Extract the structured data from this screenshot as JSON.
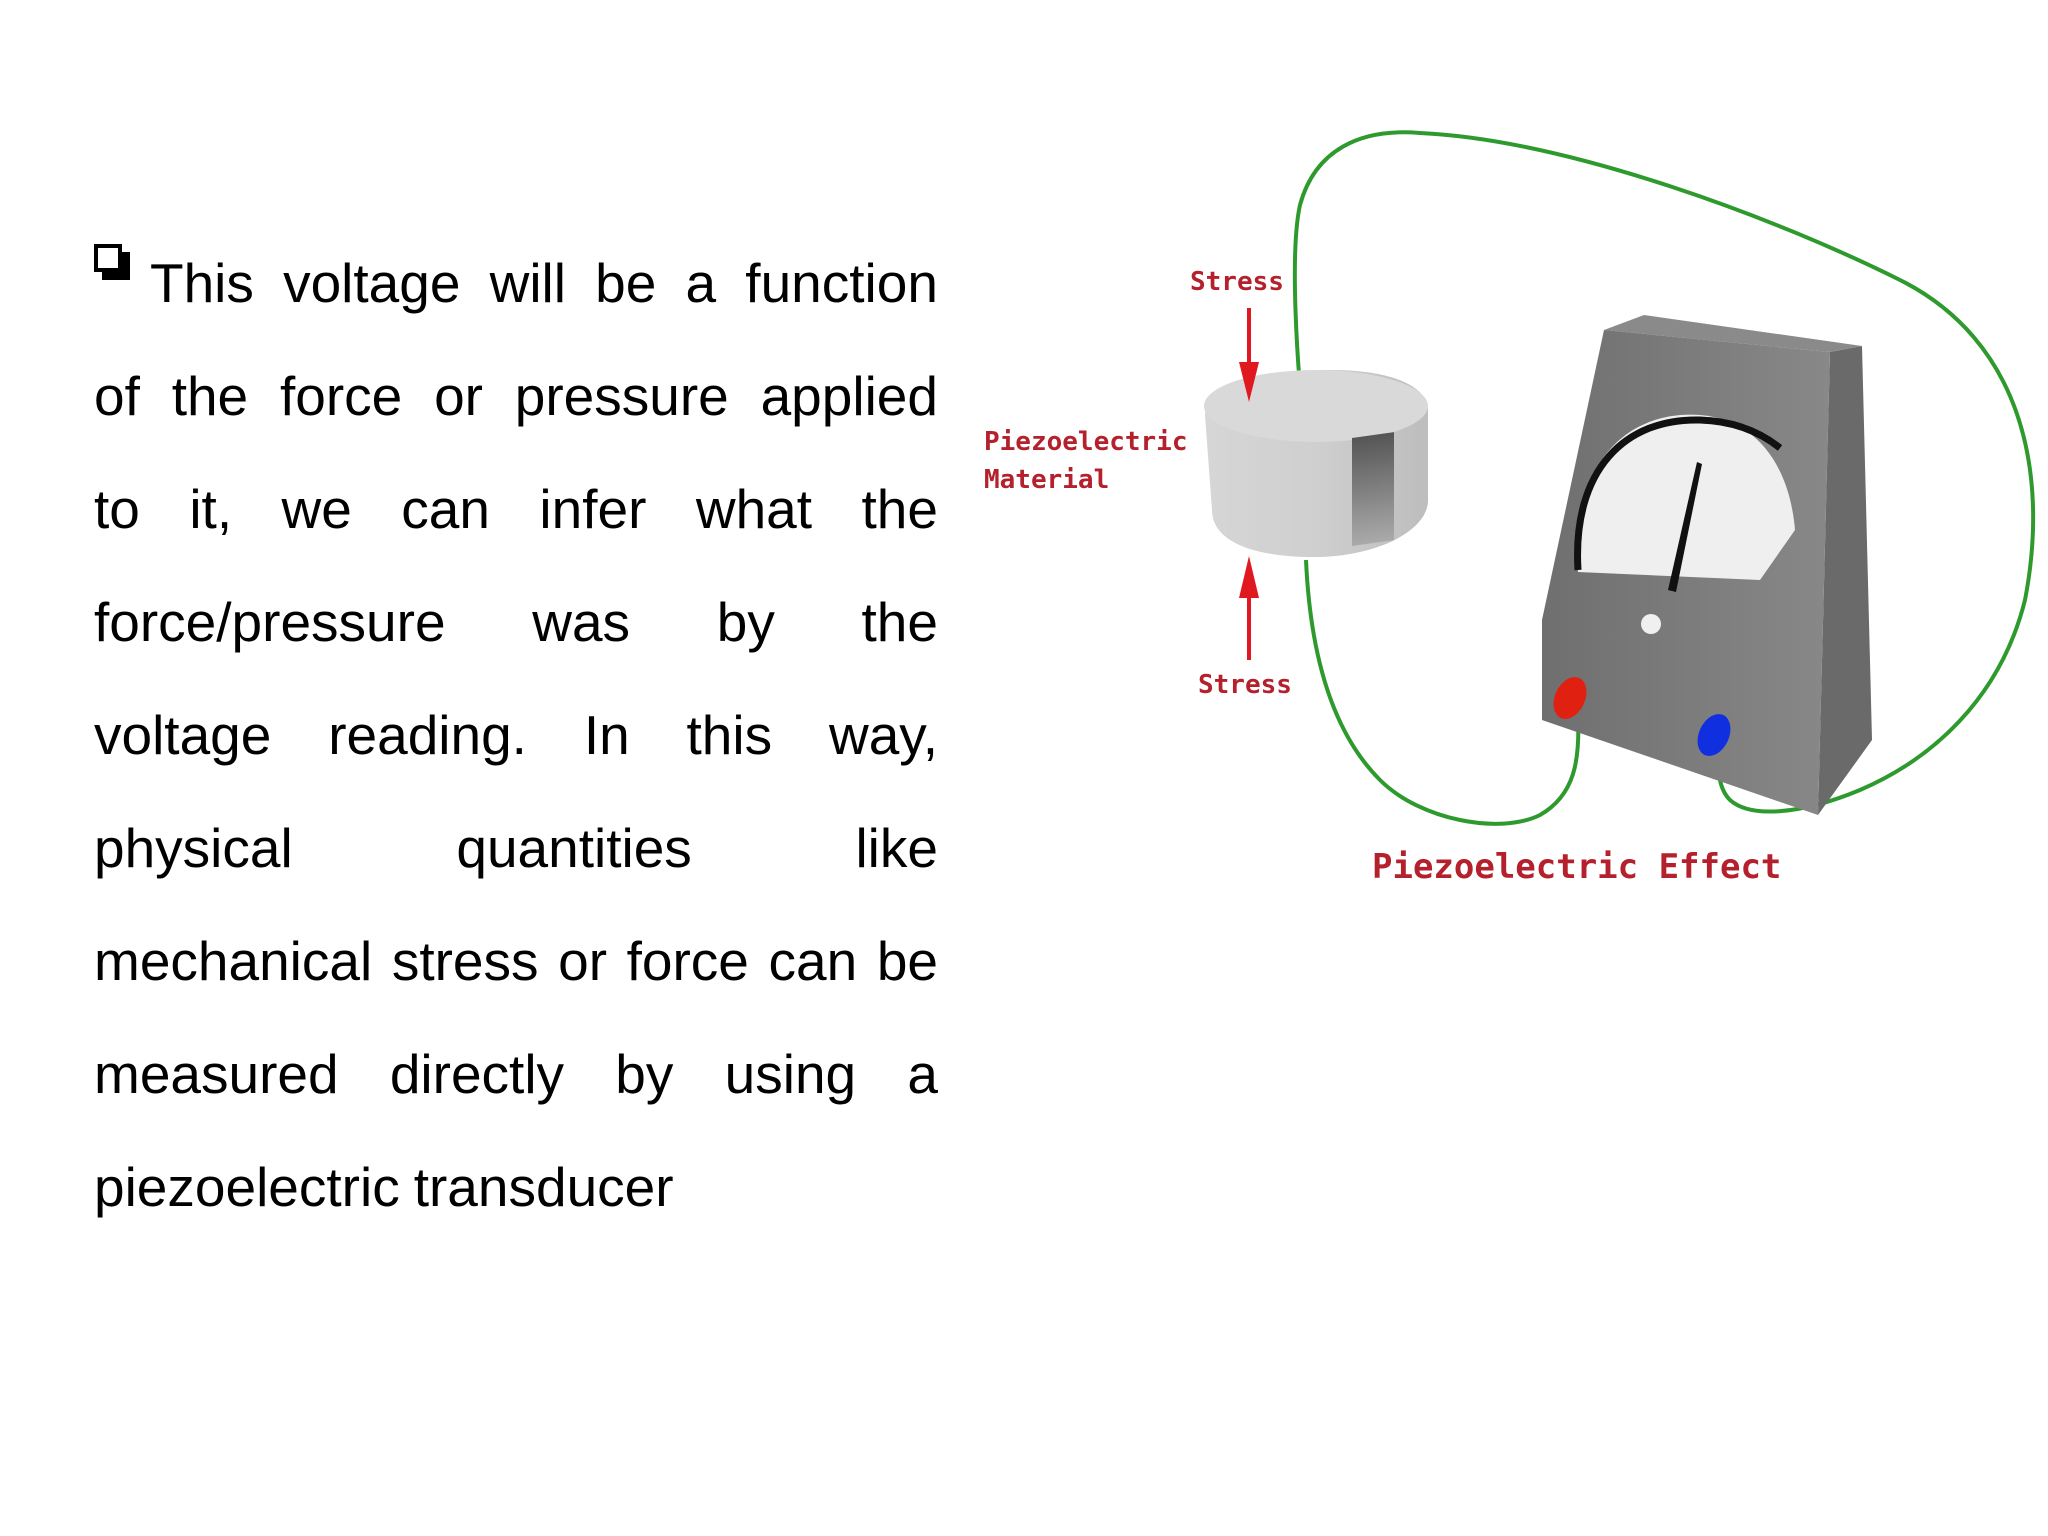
{
  "slide": {
    "paragraph_lines": [
      [
        "This",
        "voltage",
        "will",
        "be",
        "a",
        "function"
      ],
      [
        "of",
        "the",
        "force",
        "or",
        "pressure",
        "applied"
      ],
      [
        "to",
        "it,",
        "we",
        "can",
        "infer",
        "what",
        "the"
      ],
      [
        "force/pressure",
        "was",
        "by",
        "the"
      ],
      [
        "voltage",
        "reading.",
        "In",
        "this",
        "way,"
      ],
      [
        "physical",
        "quantities",
        "like"
      ],
      [
        "mechanical",
        "stress",
        "or",
        "force",
        "can",
        "be"
      ],
      [
        "measured",
        "directly",
        "by",
        "using",
        "a"
      ],
      [
        "piezoelectric",
        "transducer"
      ]
    ]
  },
  "diagram": {
    "labels": {
      "stress_top": "Stress",
      "stress_bottom": "Stress",
      "material_line1": "Piezoelectric",
      "material_line2": "Material",
      "caption": "Piezoelectric Effect"
    },
    "colors": {
      "wire": "#2e9a2e",
      "arrow": "#e01820",
      "label": "#b4202c",
      "meter_body": "#7a7a7a",
      "positive_terminal": "#e02010",
      "negative_terminal": "#1030e0"
    }
  }
}
